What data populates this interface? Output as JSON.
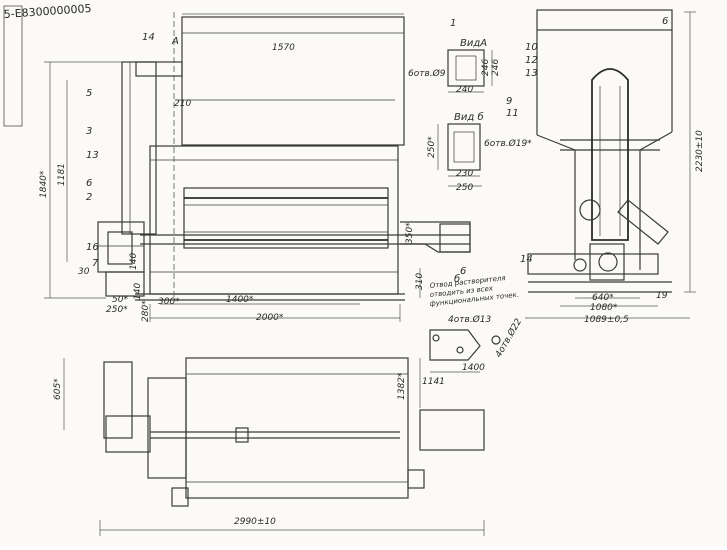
{
  "drawing": {
    "stamp_text": "5-Е8300000005",
    "section_marks": {
      "cut_number": "14",
      "cut_letter": "A",
      "view_arrow": "1",
      "view_b": "б"
    },
    "dimensions": {
      "top_width": "1570",
      "height_left_1": "1840*",
      "height_left_2": "1181",
      "dim_210": "210",
      "dim_140_upper": "140",
      "dim_30": "30",
      "dim_50": "50*",
      "dim_140_lower": "140",
      "dim_250": "250*",
      "dim_300": "300*",
      "dim_1400": "1400*",
      "dim_2000": "2000*",
      "dim_280": "280*",
      "dim_310": "310",
      "dim_350": "350*",
      "right_height": "2230±10",
      "right_640": "640*",
      "right_1080": "1080*",
      "right_1089": "1089±0,5",
      "right_19": "19",
      "plan_605": "605*",
      "plan_1382": "1382*",
      "plan_2990": "2990±10",
      "detail_1141": "1141",
      "detail_1400": "1400",
      "view_a_246": "246",
      "view_a_246b": "246",
      "view_a_240": "240",
      "view_b_250": "250*",
      "view_b_230": "230",
      "view_b_250b": "250"
    },
    "views": {
      "view_a_title": "ВидА",
      "view_a_holes": "6отв.Ø9",
      "view_b_title": "Вид б",
      "view_b_holes": "6отв.Ø19*",
      "detail_holes_1": "4отв.Ø13",
      "detail_holes_2": "4отв.Ø22"
    },
    "note_lines": [
      "Отвод растворителя",
      "отводить из всех",
      "функциональных точек."
    ],
    "part_refs": {
      "r5": "5",
      "r3": "3",
      "r13": "13",
      "r6": "6",
      "r2": "2",
      "r16": "16",
      "r7": "7",
      "r6b": "6",
      "r10": "10",
      "r12": "12",
      "r13b": "13",
      "r9": "9",
      "r11": "11",
      "r6c": "6",
      "r14": "14"
    }
  }
}
